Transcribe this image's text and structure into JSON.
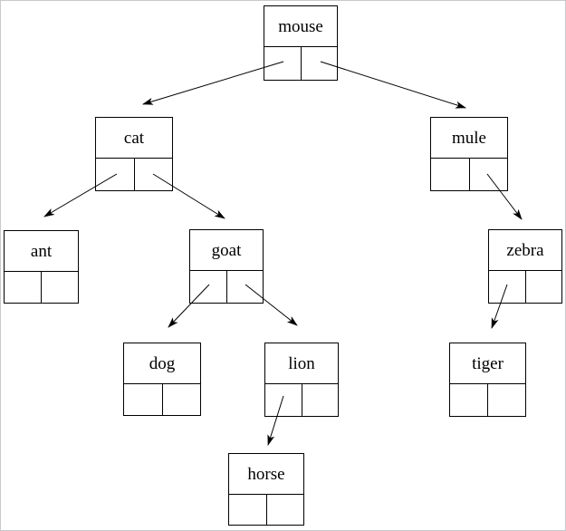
{
  "tree": {
    "title": "binary-tree-of-animal-names",
    "nodes": {
      "mouse": {
        "label": "mouse"
      },
      "cat": {
        "label": "cat"
      },
      "mule": {
        "label": "mule"
      },
      "ant": {
        "label": "ant"
      },
      "goat": {
        "label": "goat"
      },
      "zebra": {
        "label": "zebra"
      },
      "dog": {
        "label": "dog"
      },
      "lion": {
        "label": "lion"
      },
      "tiger": {
        "label": "tiger"
      },
      "horse": {
        "label": "horse"
      }
    },
    "edges": [
      {
        "from": "mouse",
        "pointer": "left",
        "to": "cat"
      },
      {
        "from": "mouse",
        "pointer": "right",
        "to": "mule"
      },
      {
        "from": "cat",
        "pointer": "left",
        "to": "ant"
      },
      {
        "from": "cat",
        "pointer": "right",
        "to": "goat"
      },
      {
        "from": "mule",
        "pointer": "right",
        "to": "zebra"
      },
      {
        "from": "goat",
        "pointer": "left",
        "to": "dog"
      },
      {
        "from": "goat",
        "pointer": "right",
        "to": "lion"
      },
      {
        "from": "zebra",
        "pointer": "left",
        "to": "tiger"
      },
      {
        "from": "lion",
        "pointer": "left",
        "to": "horse"
      }
    ],
    "colors": {
      "box_border": "#000000",
      "edge": "#000000",
      "text": "#000000",
      "background": "#ffffff",
      "page_border": "#c7cacc"
    }
  }
}
